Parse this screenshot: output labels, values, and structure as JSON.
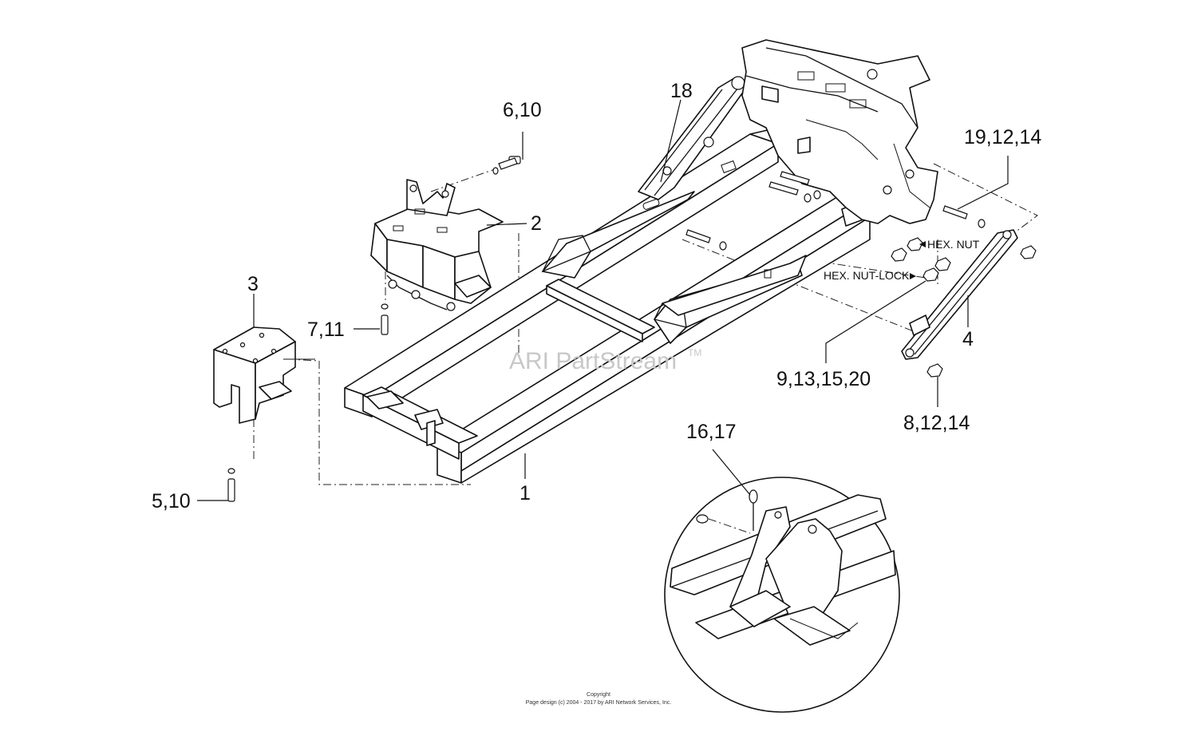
{
  "watermark": {
    "text": "ARI PartStream",
    "trademark": "TM"
  },
  "callouts": {
    "c1": "1",
    "c2": "2",
    "c3": "3",
    "c4": "4",
    "c5_10": "5,10",
    "c6_10": "6,10",
    "c7_11": "7,11",
    "c8_12_14": "8,12,14",
    "c9_13_15_20": "9,13,15,20",
    "c16_17": "16,17",
    "c18": "18",
    "c19_12_14": "19,12,14"
  },
  "labels": {
    "hex_nut": "HEX. NUT",
    "hex_nut_lock": "HEX. NUT-LOCK"
  },
  "footer": {
    "copyright": "Copyright",
    "design": "Page design (c) 2004 - 2017 by ARI Network Services, Inc."
  }
}
